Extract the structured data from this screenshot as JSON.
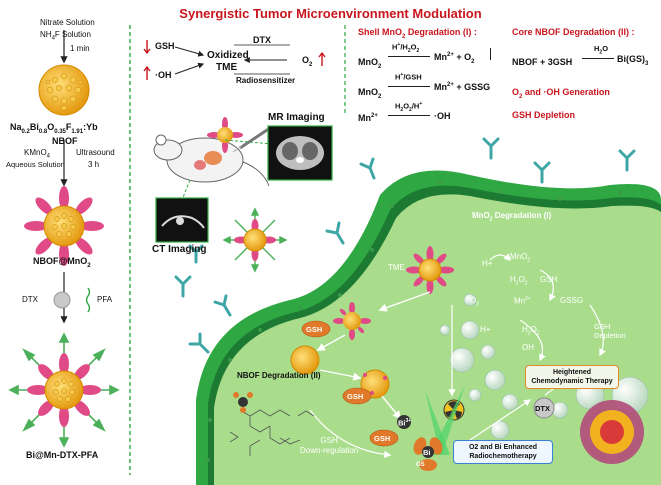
{
  "title": "Synergistic Tumor Microenvironment Modulation",
  "synthesis": {
    "reagent1": "Nitrate Solution",
    "reagent2": "NH4F Solution",
    "time1": "1 min",
    "formula_main": "Na0.2Bi0.8O0.35F1.91:Yb",
    "formula_parts": [
      "Na",
      "0.2",
      "Bi",
      "0.8",
      "O",
      "0.35",
      "F",
      "1.91",
      ":Yb"
    ],
    "nbof_label": "NBOF",
    "kmno4": "KMnO4",
    "kmno4_parts": [
      "KMnO",
      "4"
    ],
    "aqueous": "Aqueous Solution",
    "ultrasound": "Ultrasound",
    "time2": "3 h",
    "nbof_mno2": "NBOF@MnO2",
    "nbof_mno2_parts": [
      "NBOF@MnO",
      "2"
    ],
    "dtx": "DTX",
    "pfa": "PFA",
    "final": "Bi@Mn-DTX-PFA"
  },
  "tme": {
    "gsh": "GSH",
    "oh": "·OH",
    "oxidized": "Oxidized",
    "tme_label": "TME",
    "dtx": "DTX",
    "o2": "O2",
    "radiosensitizer": "Radiosensitizer"
  },
  "imaging": {
    "mr": "MR Imaging",
    "ct": "CT Imaging"
  },
  "shell": {
    "heading": "Shell MnO2 Degradation (I) :",
    "eq1_left": "MnO2",
    "eq1_cond": "H+/H2O2",
    "eq1_right": "Mn2+ + O2",
    "eq2_left": "MnO2",
    "eq2_cond": "H+/GSH",
    "eq2_right": "Mn2+ + GSSG",
    "eq3_left": "Mn2+",
    "eq3_cond": "H2O2/H+",
    "eq3_right": "·OH"
  },
  "core": {
    "heading": "Core NBOF Degradation (II) :",
    "eq_left": "NBOF + 3GSH",
    "eq_cond": "H2O",
    "eq_right": "Bi(GS)3",
    "note1": "O2 and ·OH Generation",
    "note2": "GSH Depletion"
  },
  "cell": {
    "mno2_deg": "MnO2 Degradation (I)",
    "tme": "TME",
    "hplus": "H+",
    "mno2": "MnO2",
    "h2o2": "H2O2",
    "gsh": "GSH",
    "gssg": "GSSG",
    "o2": "O2",
    "mn2": "Mn2+",
    "oh": "OH",
    "gsh_depletion": "GSH Depletion",
    "heightened": "Heightened Chemodynamic Therapy",
    "nbof_deg": "NBOF Degradation (II)",
    "bi3": "Bi3+",
    "dtx": "DTX",
    "radio": "O2 and Bi Enhanced Radiochemotherapy",
    "gsh_down": "GSH Down-regulation",
    "gs": "GS",
    "bi": "Bi"
  },
  "colors": {
    "title_red": "#c8161d",
    "cell_green": "#2fa843",
    "cytoplasm": "#a9dd8c",
    "membrane_dark": "#1d7a33",
    "receptor": "#3fa6a6",
    "nanoparticle": "#f2b21f",
    "spike": "#d9467b",
    "gsh_chip": "#e07a2a",
    "separator": "#2fa843"
  }
}
